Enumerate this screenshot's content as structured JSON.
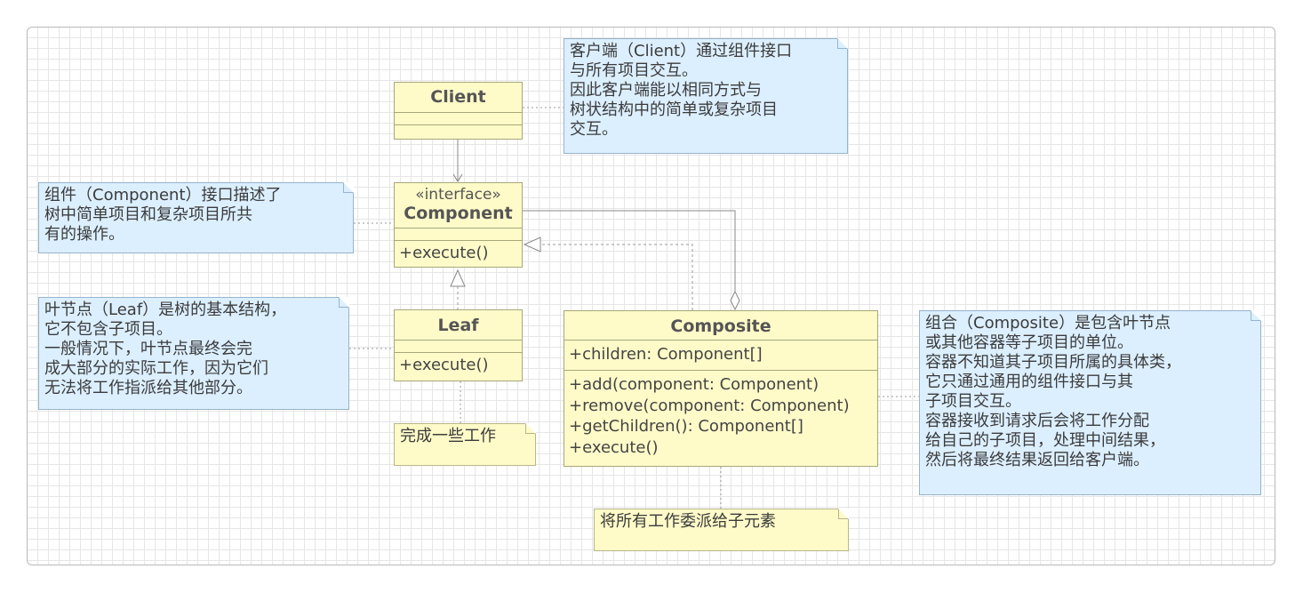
{
  "classes": {
    "client": {
      "name": "Client"
    },
    "component": {
      "stereotype": "«interface»",
      "name": "Component",
      "methods": [
        "+execute()"
      ]
    },
    "leaf": {
      "name": "Leaf",
      "methods": [
        "+execute()"
      ]
    },
    "composite": {
      "name": "Composite",
      "fields": [
        "+children: Component[]"
      ],
      "methods": [
        "+add(component: Component)",
        "+remove(component: Component)",
        "+getChildren(): Component[]",
        "+execute()"
      ]
    }
  },
  "notes": {
    "client_note": [
      "客户端（Client）通过组件接口",
      "与所有项目交互。",
      "因此客户端能以相同方式与",
      "树状结构中的简单或复杂项目",
      "交互。"
    ],
    "component_note": [
      "组件（Component）接口描述了",
      "树中简单项目和复杂项目所共",
      "有的操作。"
    ],
    "leaf_note": [
      "叶节点（Leaf）是树的基本结构，",
      "它不包含子项目。",
      "一般情况下，叶节点最终会完",
      "成大部分的实际工作，因为它们",
      "无法将工作指派给其他部分。"
    ],
    "leaf_work_note": [
      "完成一些工作"
    ],
    "composite_note": [
      "组合（Composite）是包含叶节点",
      "或其他容器等子项目的单位。",
      "容器不知道其子项目所属的具体类，",
      "它只通过通用的组件接口与其",
      "子项目交互。",
      "容器接收到请求后会将工作分配",
      "给自己的子项目，处理中间结果，",
      "然后将最终结果返回给客户端。"
    ],
    "composite_work_note": [
      "将所有工作委派给子元素"
    ]
  }
}
